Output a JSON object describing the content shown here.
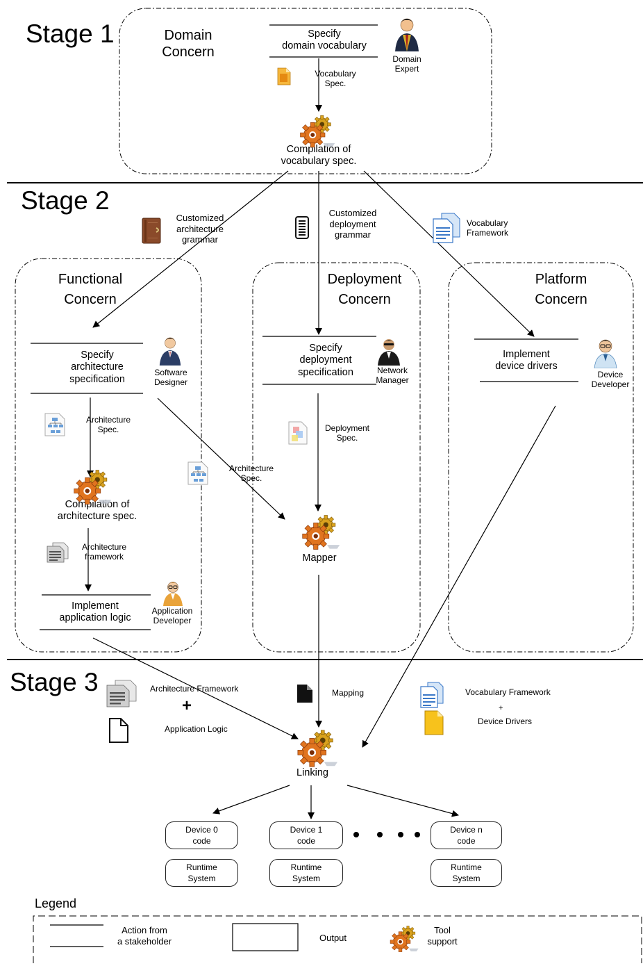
{
  "stages": {
    "s1": "Stage 1",
    "s2": "Stage 2",
    "s3": "Stage 3"
  },
  "concerns": {
    "domain": [
      "Domain",
      "Concern"
    ],
    "functional": [
      "Functional",
      "Concern"
    ],
    "deployment": [
      "Deployment",
      "Concern"
    ],
    "platform": [
      "Platform",
      "Concern"
    ]
  },
  "actions": {
    "specify_vocab": [
      "Specify",
      "domain vocabulary"
    ],
    "specify_arch": [
      "Specify",
      "architecture",
      "specification"
    ],
    "specify_deploy": [
      "Specify",
      "deployment",
      "specification"
    ],
    "implement_drivers": [
      "Implement",
      "device drivers"
    ],
    "implement_logic": [
      "Implement",
      "application logic"
    ]
  },
  "stakeholders": {
    "domain_expert": [
      "Domain",
      "Expert"
    ],
    "software_designer": [
      "Software",
      "Designer"
    ],
    "network_manager": [
      "Network",
      "Manager"
    ],
    "device_developer": [
      "Device",
      "Developer"
    ],
    "application_developer": [
      "Application",
      "Developer"
    ]
  },
  "tools": {
    "compile_vocab": [
      "Compilation of",
      "vocabulary spec."
    ],
    "compile_arch": [
      "Compilation of",
      "architecture spec."
    ],
    "mapper": "Mapper",
    "linking": "Linking"
  },
  "artifacts": {
    "vocab_spec": [
      "Vocabulary",
      "Spec."
    ],
    "cust_arch_grammar": [
      "Customized",
      "architecture",
      "grammar"
    ],
    "cust_deploy_grammar": [
      "Customized",
      "deployment",
      "grammar"
    ],
    "vocab_framework": [
      "Vocabulary",
      "Framework"
    ],
    "arch_spec_1": [
      "Architecture",
      "Spec."
    ],
    "arch_spec_2": [
      "Architecture",
      "Spec."
    ],
    "deploy_spec": [
      "Deployment",
      "Spec."
    ],
    "arch_framework": [
      "Architecture",
      "framework"
    ],
    "s3_arch_framework": "Architecture Framework",
    "s3_plus": "+",
    "s3_app_logic": "Application Logic",
    "s3_mapping": "Mapping",
    "s3_vocab_framework": "Vocabulary Framework",
    "s3_plus2": "+",
    "s3_device_drivers": "Device Drivers"
  },
  "outputs": [
    {
      "code": [
        "Device 0",
        "code"
      ],
      "runtime": [
        "Runtime",
        "System"
      ]
    },
    {
      "code": [
        "Device 1",
        "code"
      ],
      "runtime": [
        "Runtime",
        "System"
      ]
    },
    {
      "code": [
        "Device n",
        "code"
      ],
      "runtime": [
        "Runtime",
        "System"
      ]
    }
  ],
  "legend": {
    "title": "Legend",
    "action": [
      "Action from",
      "a stakeholder"
    ],
    "output": "Output",
    "tool": [
      "Tool",
      "support"
    ]
  },
  "colors": {
    "gear_orange": "#e0741f",
    "gear_gold": "#d9a21e",
    "doc_blue": "#3a78c8",
    "doc_yellow": "#f2b51b",
    "book_brown": "#8a4a2a"
  }
}
